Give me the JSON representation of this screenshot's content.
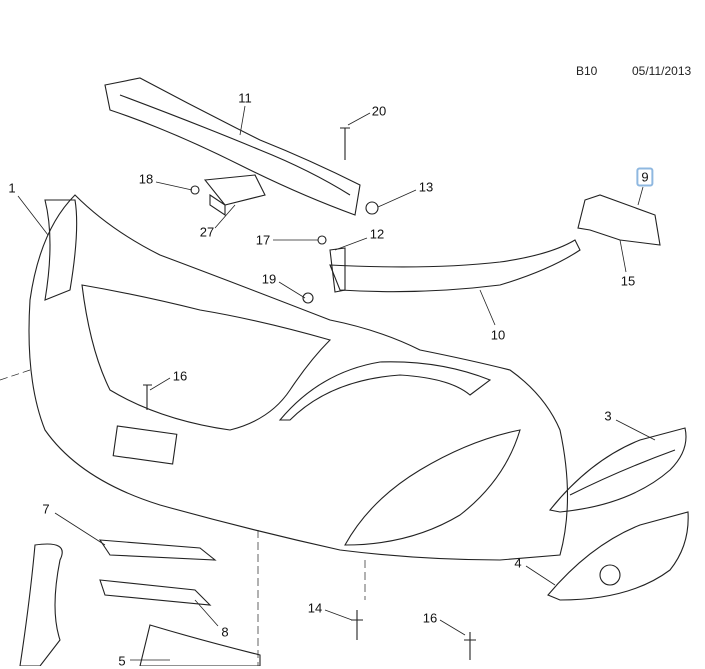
{
  "header": {
    "code": "B10",
    "date": "05/11/2013"
  },
  "selected_callout": "9",
  "callouts": [
    {
      "id": "c1",
      "label": "1"
    },
    {
      "id": "c11",
      "label": "11"
    },
    {
      "id": "c20",
      "label": "20"
    },
    {
      "id": "c18",
      "label": "18"
    },
    {
      "id": "c13",
      "label": "13"
    },
    {
      "id": "c27",
      "label": "27"
    },
    {
      "id": "c17",
      "label": "17"
    },
    {
      "id": "c12",
      "label": "12"
    },
    {
      "id": "c9",
      "label": "9"
    },
    {
      "id": "c19",
      "label": "19"
    },
    {
      "id": "c15",
      "label": "15"
    },
    {
      "id": "c10",
      "label": "10"
    },
    {
      "id": "c16a",
      "label": "16"
    },
    {
      "id": "c3",
      "label": "3"
    },
    {
      "id": "c7",
      "label": "7"
    },
    {
      "id": "c4",
      "label": "4"
    },
    {
      "id": "c14",
      "label": "14"
    },
    {
      "id": "c16b",
      "label": "16"
    },
    {
      "id": "c8",
      "label": "8"
    },
    {
      "id": "c5",
      "label": "5"
    }
  ]
}
